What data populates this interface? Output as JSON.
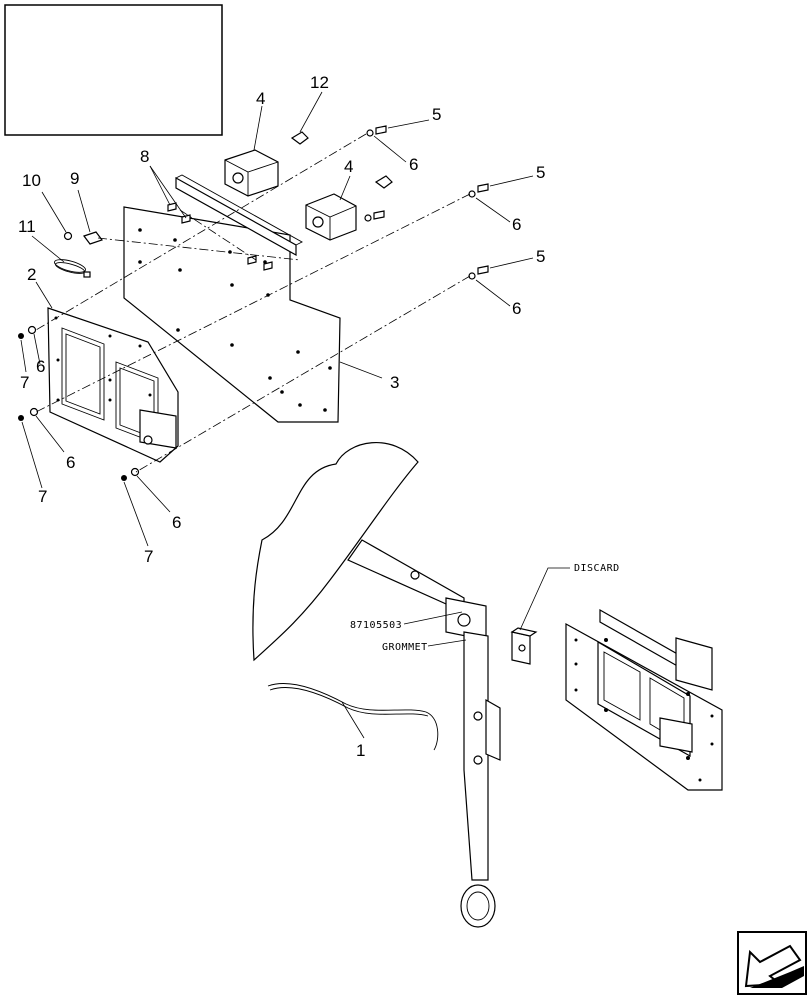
{
  "callouts": {
    "c1": "1",
    "c2": "2",
    "c3": "3",
    "c4a": "4",
    "c4b": "4",
    "c5a": "5",
    "c5b": "5",
    "c5c": "5",
    "c6a": "6",
    "c6b": "6",
    "c6c": "6",
    "c6d": "6",
    "c6e": "6",
    "c6f": "6",
    "c7a": "7",
    "c7b": "7",
    "c7c": "7",
    "c8": "8",
    "c9": "9",
    "c10": "10",
    "c11": "11",
    "c12": "12"
  },
  "notes": {
    "part_number": "87105503",
    "grommet": "GROMMET",
    "discard": "DISCARD"
  },
  "icons": {
    "nav_arrow": "previous-page-arrow-icon"
  }
}
